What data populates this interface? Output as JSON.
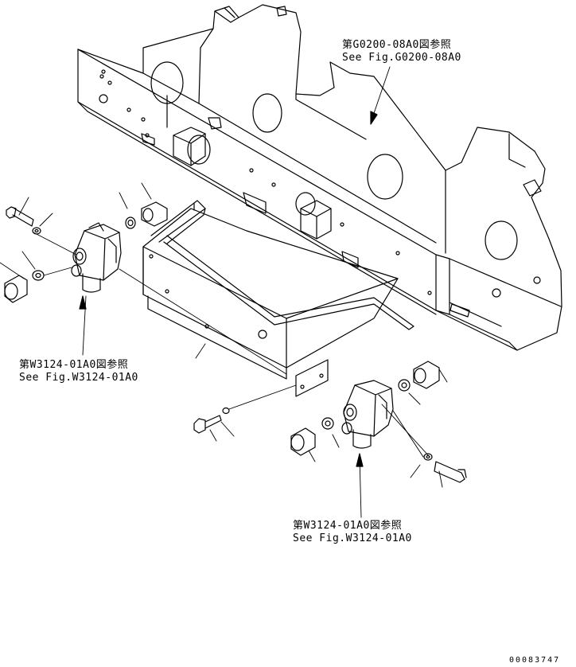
{
  "callouts": {
    "frame_ref": {
      "jp": "第G0200-08A0図参照",
      "en": "See Fig.G0200-08A0"
    },
    "valve_left_ref": {
      "jp": "第W3124-01A0図参照",
      "en": "See Fig.W3124-01A0"
    },
    "valve_right_ref": {
      "jp": "第W3124-01A0図参照",
      "en": "See Fig.W3124-01A0"
    }
  },
  "document_number": "00083747",
  "colors": {
    "line": "#000000",
    "background": "#ffffff"
  }
}
